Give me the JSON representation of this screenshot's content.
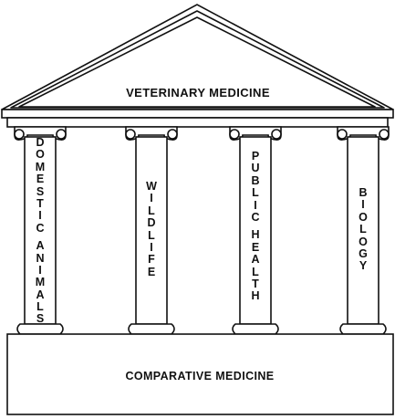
{
  "pediment": {
    "title": "VETERINARY MEDICINE"
  },
  "base": {
    "title": "COMPARATIVE MEDICINE"
  },
  "pillars": [
    {
      "id": "domestic-animals",
      "words": [
        "DOMESTIC",
        "ANIMALS"
      ]
    },
    {
      "id": "wildlife",
      "words": [
        "WILDLIFE"
      ]
    },
    {
      "id": "public-health",
      "words": [
        "PUBLIC",
        "HEALTH"
      ]
    },
    {
      "id": "biology",
      "words": [
        "BIOLOGY"
      ]
    }
  ]
}
